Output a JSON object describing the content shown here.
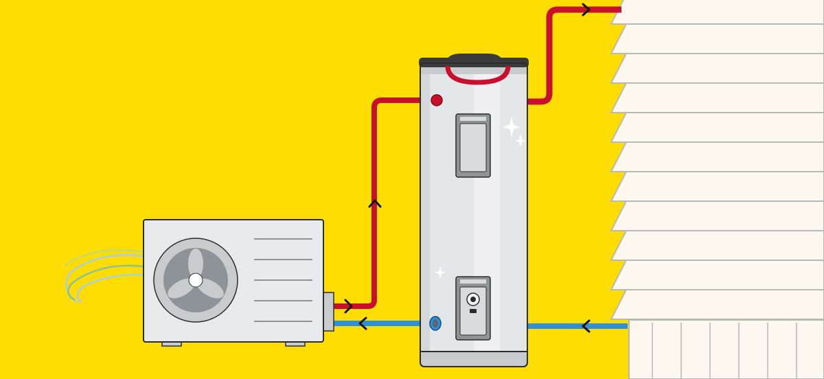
{
  "colors": {
    "background": "#FFDD00",
    "hot_pipe": "#C8102E",
    "cold_pipe": "#2F8FD8",
    "tank_body": "#E4E6E8",
    "tank_outline": "#2B2B2B",
    "house_siding": "#FCF8EF",
    "house_line": "#B9B9B4",
    "heat_pump_body": "#E8EAEC",
    "airflow": [
      "#A8D0E6",
      "#8DBF9A",
      "#C9D86B"
    ]
  },
  "components": {
    "heat_pump": {
      "icon": "heat-pump-outdoor-unit-icon",
      "fan_icon": "fan-icon"
    },
    "water_tank": {
      "icon": "hot-water-tank-icon",
      "sparkle_icon": "sparkle-icon"
    },
    "house": {
      "icon": "house-siding-icon"
    }
  },
  "flows": [
    {
      "pipe": "hot",
      "from": "heat_pump",
      "to": "water_tank",
      "direction": "up"
    },
    {
      "pipe": "hot",
      "from": "water_tank",
      "to": "house",
      "direction": "right"
    },
    {
      "pipe": "cold",
      "from": "house",
      "to": "water_tank",
      "direction": "left"
    },
    {
      "pipe": "cold",
      "from": "water_tank",
      "to": "heat_pump",
      "direction": "left"
    }
  ]
}
